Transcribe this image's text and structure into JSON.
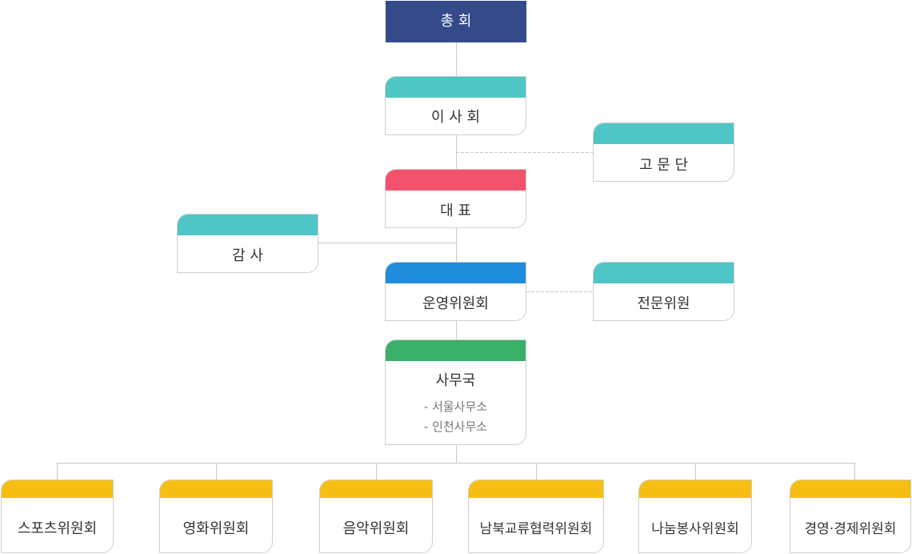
{
  "colors": {
    "navy": "#344a8a",
    "teal": "#4fc6c5",
    "red": "#f2526b",
    "blue": "#1f8cdc",
    "green": "#3bb068",
    "yellow": "#f6be12",
    "line": "#c8c8c8"
  },
  "nodes": {
    "general_assembly": "총 회",
    "board": "이 사 회",
    "advisors": "고 문 단",
    "representative": "대 표",
    "auditor": "감 사",
    "steering_committee": "운영위원회",
    "expert_committee": "전문위원",
    "secretariat": {
      "title": "사무국",
      "offices": [
        "- 서울사무소",
        "- 인천사무소"
      ]
    }
  },
  "committees": [
    "스포츠위원회",
    "영화위원회",
    "음악위원회",
    "남북교류협력위원회",
    "나눔봉사위원회",
    "경영·경제위원회"
  ]
}
